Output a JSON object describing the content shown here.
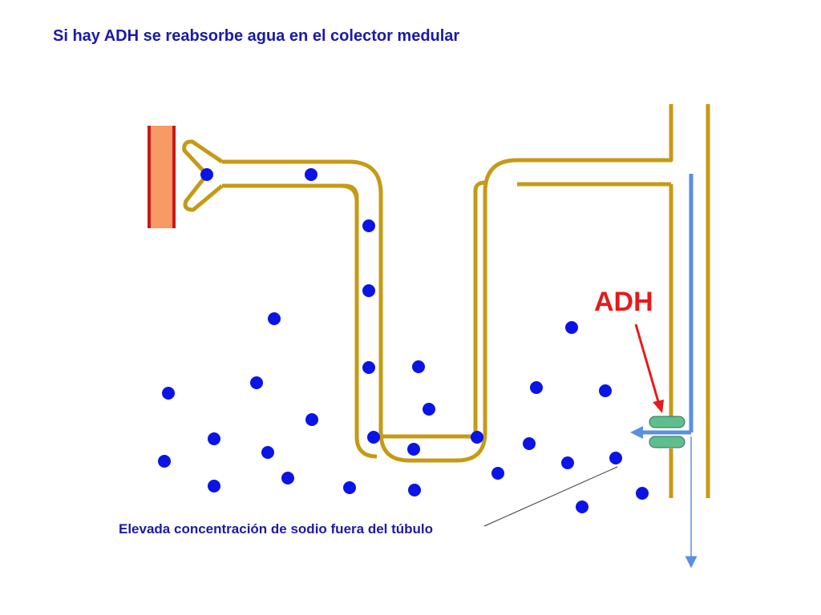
{
  "title": "Si hay ADH se reabsorbe agua en el colector medular",
  "hormone_label": "ADH",
  "caption": "Elevada concentración de sodio fuera del túbulo",
  "colors": {
    "title_text": "#1a1aa8",
    "tubule": "#c79a14",
    "sodium": "#0a14e6",
    "adh": "#e41b1b",
    "vessel_fill": "#f79a66",
    "vessel_edge": "#c81a1a",
    "channel": "#5fbe8e",
    "water_arrow": "#5b8fe0"
  },
  "icons": {
    "sodium_particle": "filled-circle",
    "aquaporin": "green-capsule-pair",
    "blood_vessel": "vertical-bar"
  }
}
